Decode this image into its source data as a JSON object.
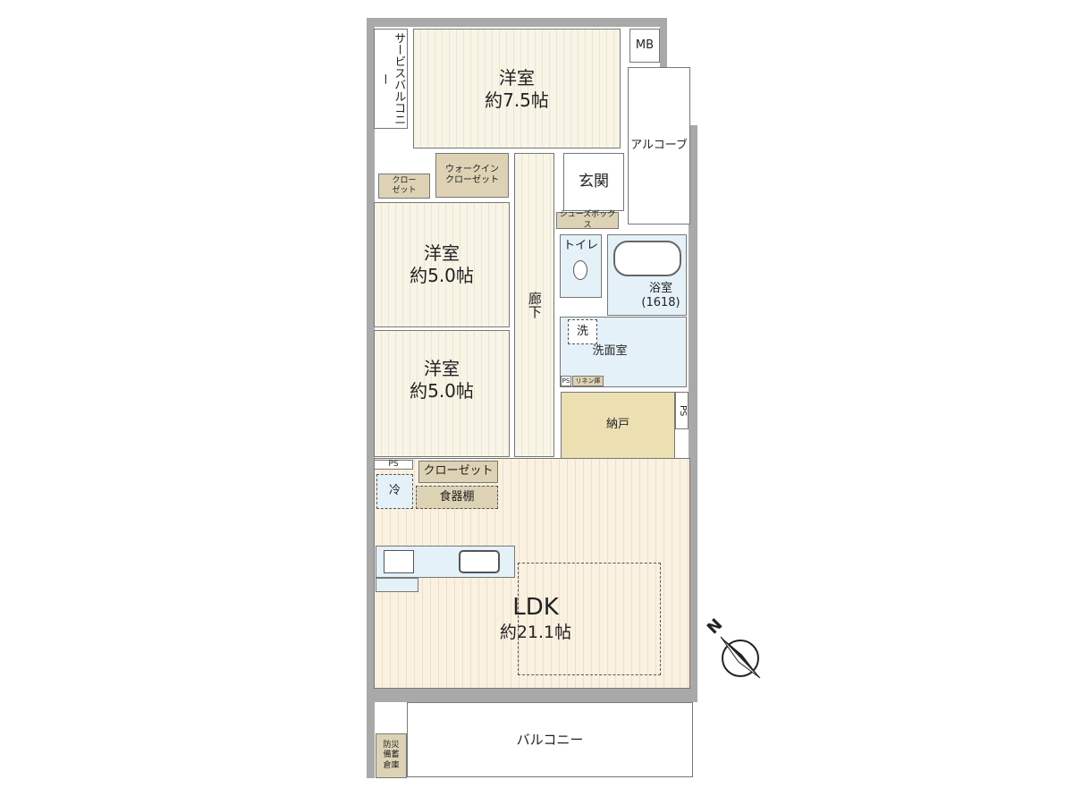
{
  "rooms": {
    "western_7_5": {
      "name": "洋室",
      "size": "約7.5帖"
    },
    "western_5_0_a": {
      "name": "洋室",
      "size": "約5.0帖"
    },
    "western_5_0_b": {
      "name": "洋室",
      "size": "約5.0帖"
    },
    "ldk": {
      "name": "LDK",
      "size": "約21.1帖"
    },
    "service_balcony": "サービスバルコニー",
    "mb": "MB",
    "alcove": "アルコーブ",
    "walk_in_closet": "ウォークイン\nクローゼット",
    "closet_small": "クロー\nゼット",
    "entrance": "玄関",
    "shoe_box": "シューズボックス",
    "corridor": "廊下",
    "toilet": "トイレ",
    "bath": "浴室\n(1618)",
    "washer": "洗",
    "washroom": "洗面室",
    "ps": "PS",
    "linen": "リネン庫",
    "storage": "納戸",
    "closet": "クローゼット",
    "cupboard": "食器棚",
    "fridge": "冷",
    "balcony": "バルコニー",
    "disaster_storage": "防災\n備蓄\n倉庫"
  },
  "compass": {
    "label": "N"
  },
  "colors": {
    "wet_area": "#e4f1f8",
    "storage": "#ddd3b4",
    "nando": "#ece0b2",
    "wall": "#a9a9a9"
  }
}
